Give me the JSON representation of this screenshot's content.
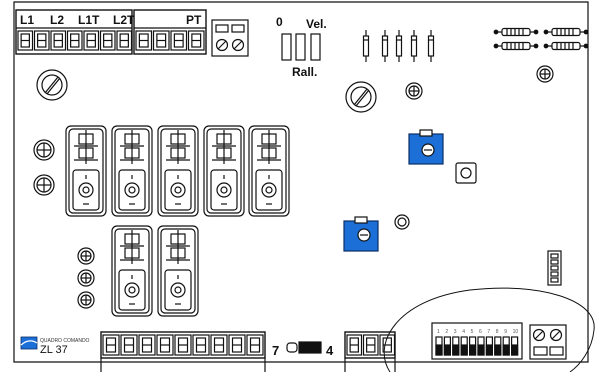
{
  "terminals": {
    "left_labels": [
      "L1",
      "L2",
      "L1T",
      "L2T"
    ],
    "pt_label": "PT"
  },
  "jumpers": {
    "zero_label": "0",
    "vel_label": "Vel.",
    "rall_label": "Rall."
  },
  "branding": {
    "caption": "QUADRO COMANDO",
    "model": "ZL 37"
  },
  "bottom_connector": {
    "left_label": "7",
    "right_label": "4"
  },
  "dip_switch": {
    "numbers": [
      "1",
      "2",
      "3",
      "4",
      "5",
      "6",
      "7",
      "8",
      "9",
      "10"
    ]
  },
  "colors": {
    "trimmer_blue": "#1d6fd8",
    "outline": "#111111"
  }
}
